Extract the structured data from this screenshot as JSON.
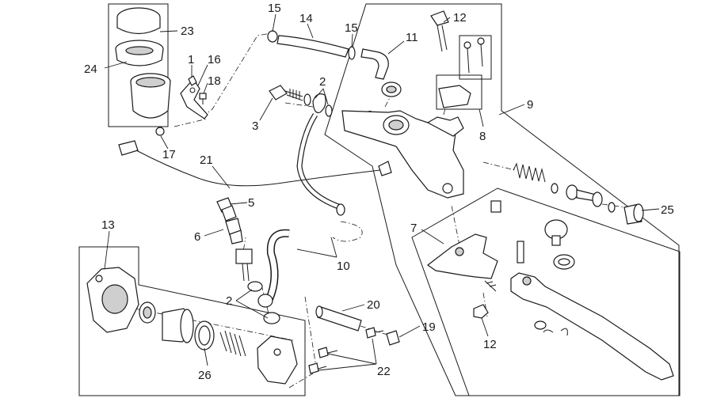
{
  "diagram": {
    "callouts": [
      {
        "id": "c15a",
        "label": "15"
      },
      {
        "id": "c14",
        "label": "14"
      },
      {
        "id": "c15b",
        "label": "15"
      },
      {
        "id": "c12a",
        "label": "12"
      },
      {
        "id": "c23",
        "label": "23"
      },
      {
        "id": "c11",
        "label": "11"
      },
      {
        "id": "c24",
        "label": "24"
      },
      {
        "id": "c1",
        "label": "1"
      },
      {
        "id": "c16",
        "label": "16"
      },
      {
        "id": "c2a",
        "label": "2"
      },
      {
        "id": "c18",
        "label": "18"
      },
      {
        "id": "c9",
        "label": "9"
      },
      {
        "id": "c3",
        "label": "3"
      },
      {
        "id": "c8",
        "label": "8"
      },
      {
        "id": "c17",
        "label": "17"
      },
      {
        "id": "c21",
        "label": "21"
      },
      {
        "id": "c5",
        "label": "5"
      },
      {
        "id": "c25",
        "label": "25"
      },
      {
        "id": "c13",
        "label": "13"
      },
      {
        "id": "c7",
        "label": "7"
      },
      {
        "id": "c6",
        "label": "6"
      },
      {
        "id": "c10",
        "label": "10"
      },
      {
        "id": "c2b",
        "label": "2"
      },
      {
        "id": "c20",
        "label": "20"
      },
      {
        "id": "c19",
        "label": "19"
      },
      {
        "id": "c12b",
        "label": "12"
      },
      {
        "id": "c26",
        "label": "26"
      },
      {
        "id": "c22",
        "label": "22"
      }
    ]
  }
}
